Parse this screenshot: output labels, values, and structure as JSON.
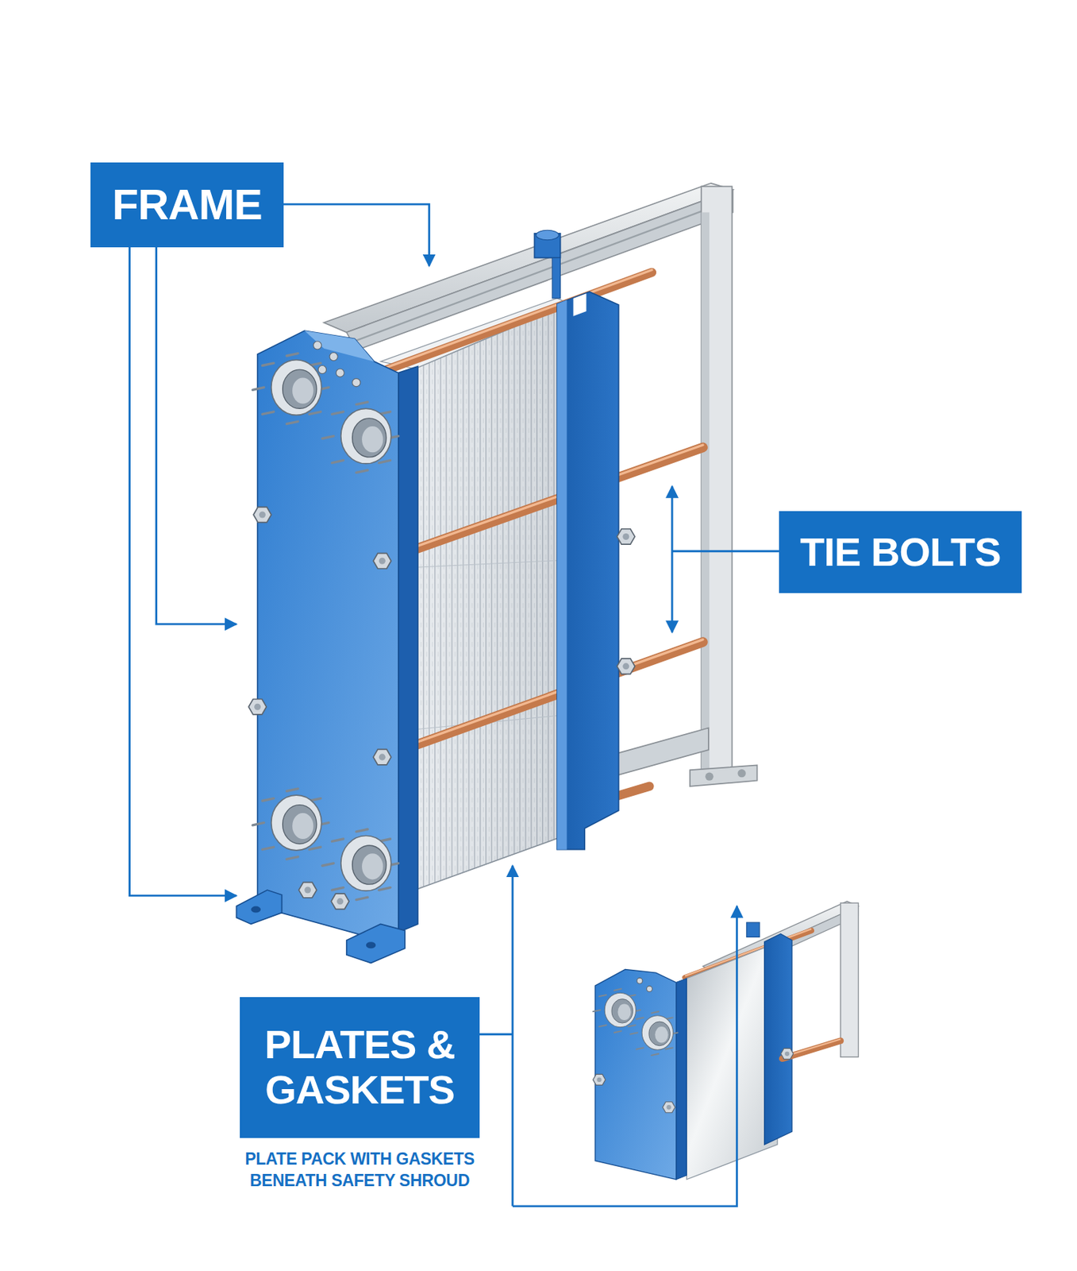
{
  "diagram": {
    "nodes": [
      {
        "text": [
          "FRAME"
        ]
      },
      {
        "text": [
          "TIE BOLTS"
        ]
      },
      {
        "text": [
          "PLATES & GASKETS",
          "PLATE PACK WITH GASKETS BENEATH SAFETY SHROUD"
        ]
      }
    ]
  }
}
